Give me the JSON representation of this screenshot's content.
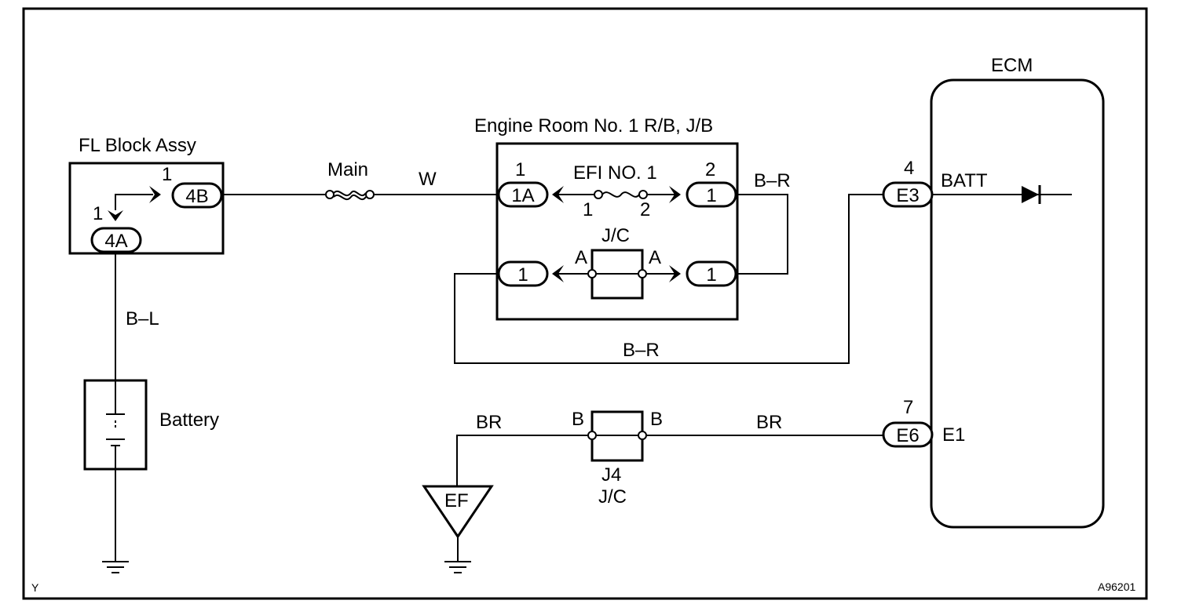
{
  "diagram": {
    "ecm": {
      "title": "ECM",
      "pin_batt_num": "4",
      "pin_batt_conn": "E3",
      "pin_batt_name": "BATT",
      "pin_e1_num": "7",
      "pin_e1_conn": "E6",
      "pin_e1_name": "E1"
    },
    "fl_block": {
      "title": "FL Block Assy",
      "pin_4b_num": "1",
      "pin_4b_conn": "4B",
      "pin_4a_num": "1",
      "pin_4a_conn": "4A"
    },
    "engine_room": {
      "title": "Engine Room No. 1 R/B, J/B",
      "fuse_label": "EFI NO. 1",
      "fuse_pin_left": "1",
      "fuse_pin_right": "2",
      "left_top_num": "1",
      "left_top_conn": "1A",
      "right_top_num": "2",
      "right_top_conn": "1",
      "left_bottom_conn": "1",
      "right_bottom_conn": "1",
      "jc_label": "J/C",
      "jc_pin_left": "A",
      "jc_pin_right": "A"
    },
    "main_fuse_label": "Main",
    "wires": {
      "w_main": "W",
      "b_r_top": "B–R",
      "b_r_bottom": "B–R",
      "b_l": "B–L",
      "br_left": "BR",
      "br_right": "BR"
    },
    "battery_label": "Battery",
    "j4": {
      "name": "J4",
      "type": "J/C",
      "pin_left": "B",
      "pin_right": "B"
    },
    "ground_ef": "EF",
    "corner_left": "Y",
    "corner_right": "A96201"
  }
}
